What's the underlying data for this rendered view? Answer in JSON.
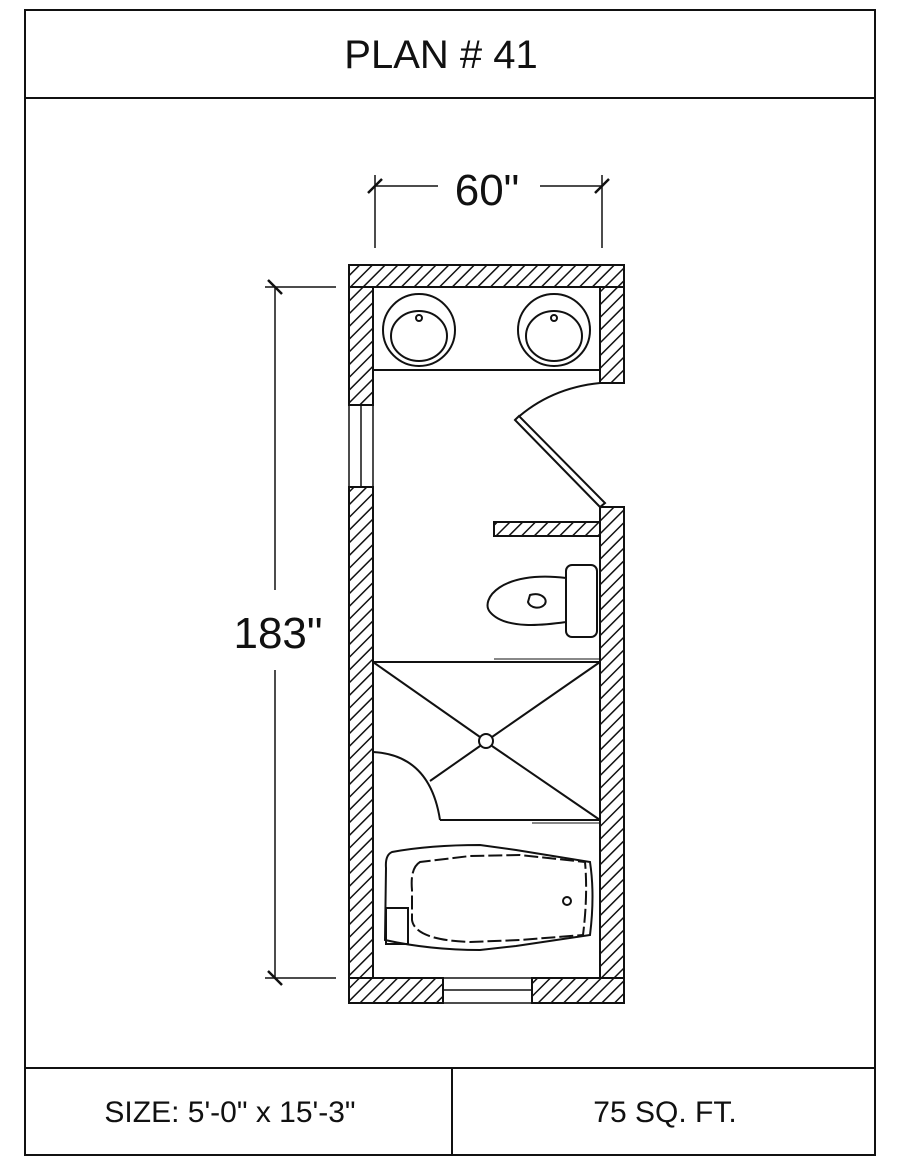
{
  "title": "PLAN # 41",
  "dimensions": {
    "width_label": "60\"",
    "length_label": "183\""
  },
  "footer": {
    "size": "SIZE: 5'-0\" x 15'-3\"",
    "area": "75 SQ. FT."
  },
  "fixtures": [
    "double-sink-vanity",
    "door",
    "toilet",
    "shower",
    "bathtub",
    "window-left",
    "window-bottom"
  ],
  "colors": {
    "line": "#111111",
    "background": "#ffffff"
  }
}
